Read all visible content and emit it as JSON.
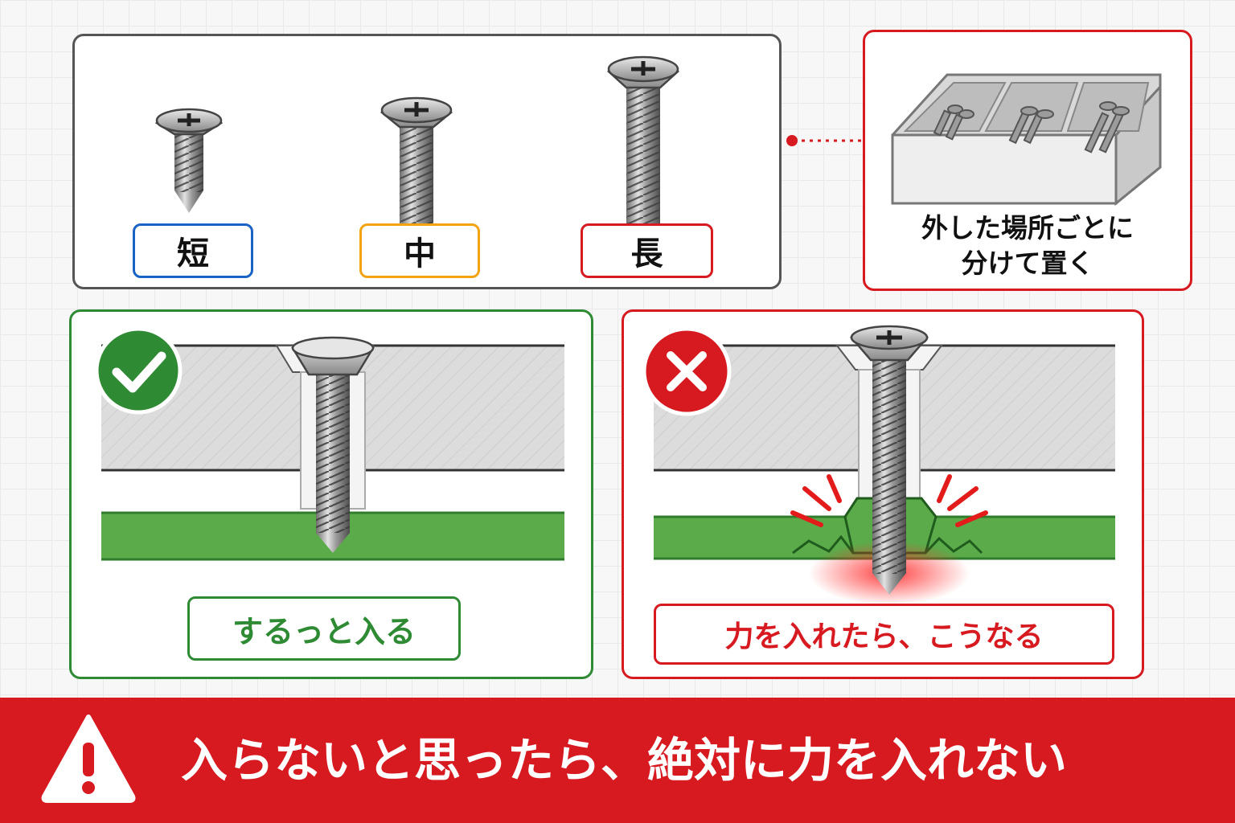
{
  "sizes": {
    "short_label": "短",
    "mid_label": "中",
    "long_label": "長"
  },
  "tray": {
    "caption_line1": "外した場所ごとに",
    "caption_line2": "分けて置く"
  },
  "good_example": {
    "caption": "するっと入る"
  },
  "bad_example": {
    "caption": "力を入れたら、こうなる"
  },
  "warning": {
    "text": "入らないと思ったら、絶対に力を入れない"
  },
  "icons": {
    "good": "check-icon",
    "bad": "cross-icon",
    "warning": "warning-triangle-icon"
  },
  "colors": {
    "short": "#1a63c6",
    "mid": "#f2a30f",
    "long": "#d71920",
    "good": "#2e8b34",
    "bad": "#d71920",
    "board_green": "#5cab4a"
  }
}
